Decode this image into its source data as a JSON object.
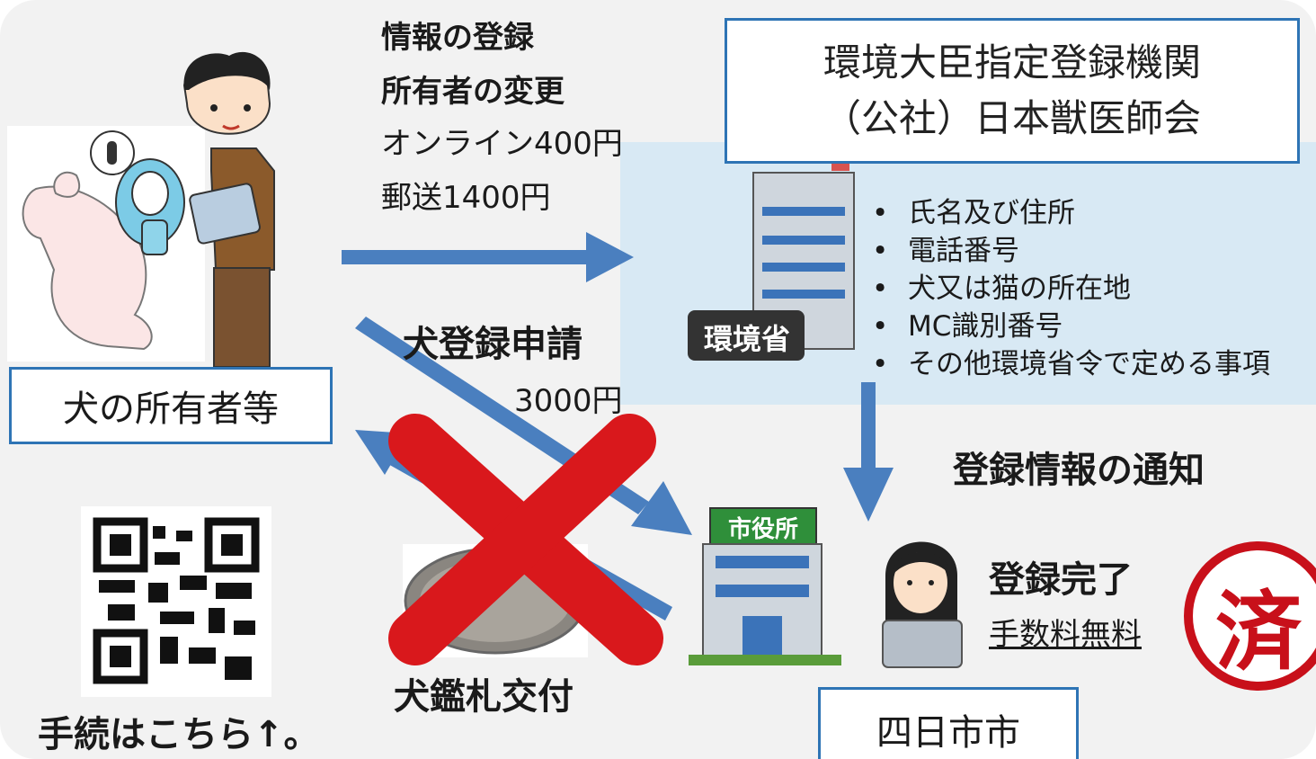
{
  "registration": {
    "line1": "情報の登録",
    "line2": "所有者の変更",
    "fee_online": "オンライン400円",
    "fee_mail": "郵送1400円"
  },
  "org": {
    "line1": "環境大臣指定登録機関",
    "line2": "（公社）日本獣医師会"
  },
  "ministry_sign": "環境省",
  "city_sign": "市役所",
  "registered_items": [
    "氏名及び住所",
    "電話番号",
    "犬又は猫の所在地",
    "MC識別番号",
    "その他環境省令で定める事項"
  ],
  "dog_application": {
    "label": "犬登録申請",
    "fee": "3000円"
  },
  "owner_label": "犬の所有者等",
  "notification_label": "登録情報の通知",
  "completion": {
    "label": "登録完了",
    "fee_note": "手数料無料"
  },
  "stamp_char": "済",
  "tag_issue_label": "犬鑑札交付",
  "city_label": "四日市市",
  "procedure_label": "手続はこちら↑。",
  "colors": {
    "arrow": "#4a7fbf",
    "box_border": "#2e74b5",
    "panel": "#d8e9f4",
    "cross": "#d9181c",
    "stamp": "#c8101a"
  }
}
